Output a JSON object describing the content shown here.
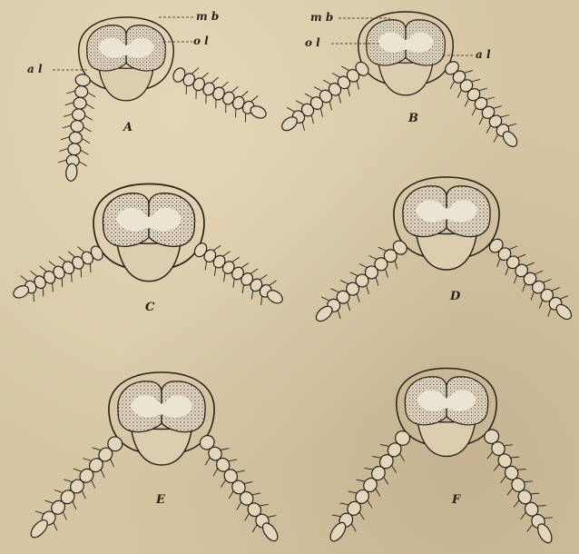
{
  "figure": {
    "panels": [
      {
        "letter": "A"
      },
      {
        "letter": "B"
      },
      {
        "letter": "C"
      },
      {
        "letter": "D"
      },
      {
        "letter": "E"
      },
      {
        "letter": "F"
      }
    ],
    "annotations": {
      "panel_a": {
        "mb": "m b",
        "ol": "o l",
        "al": "a l"
      },
      "panel_b": {
        "mb": "m b",
        "ol": "o l",
        "al": "a l"
      }
    },
    "colors": {
      "ink": "#2a2218",
      "paper": "#d6c6a4"
    }
  }
}
